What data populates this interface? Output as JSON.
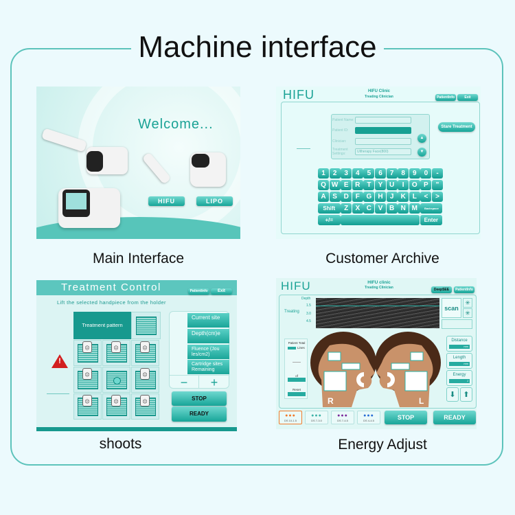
{
  "page_title": "Machine interface",
  "captions": {
    "main": "Main Interface",
    "archive": "Customer Archive",
    "shoots": "shoots",
    "energy": "Energy Adjust"
  },
  "main_interface": {
    "welcome": "Welcome...",
    "hifu_button": "HIFU",
    "lipo_button": "LIPO"
  },
  "archive": {
    "logo": "HIFU",
    "clinic": "HIFU Clinic",
    "clinician": "Treating Clinician",
    "patientinfo_button": "PatientInfo",
    "exit_button": "Exit",
    "fields": [
      {
        "label": "Patient Name:",
        "value": ""
      },
      {
        "label": "Patient ID:",
        "value": ""
      },
      {
        "label": "Clinician:",
        "value": ""
      },
      {
        "label": "Treatment Settings:",
        "value": "Ultherapy Face(800)"
      }
    ],
    "start_button": "Stare Treatment",
    "keyboard": [
      [
        "1",
        "2",
        "3",
        "4",
        "5",
        "6",
        "7",
        "8",
        "9",
        "0",
        "-"
      ],
      [
        "Q",
        "W",
        "E",
        "R",
        "T",
        "Y",
        "U",
        "I",
        "O",
        "P",
        "\""
      ],
      [
        "A",
        "S",
        "D",
        "F",
        "G",
        "H",
        "J",
        "K",
        "L",
        "<",
        ">"
      ],
      [
        "Shift",
        "Z",
        "X",
        "C",
        "V",
        "B",
        "N",
        "M",
        "Backspace"
      ],
      [
        "+/=",
        " ",
        "Enter"
      ]
    ]
  },
  "treatment": {
    "title": "Treatment Control",
    "patientinfo_button": "PatientInfo",
    "exit_button": "Exit",
    "instruction": "Lift the selected handpiece from the holder",
    "pattern_label": "Treatment pattern",
    "side_labels": [
      "Current site",
      "Depth(cm)e",
      "Fluence (Jou les/cm2)",
      "Cartridge sites Remaining"
    ],
    "minus": "−",
    "plus": "+",
    "stop": "STOP",
    "ready": "READY"
  },
  "energy": {
    "logo": "HIFU",
    "clinic": "HIFU clinic",
    "clinician": "Treating Clinician",
    "deepsee_button": "DeepSEE",
    "patientinfo_button": "PatientInfo",
    "depth_label": "Depth",
    "depth_ticks": [
      "1.5",
      "3.0",
      "4.5"
    ],
    "treating_label": "Treating",
    "scan_button": "scan",
    "left_panel": {
      "patient_total": "Patient Total",
      "lines": "Lines",
      "of": "of",
      "reset": "Reset"
    },
    "right_panel": [
      {
        "label": "Distance",
        "unit": "mm"
      },
      {
        "label": "Length",
        "unit": "mm"
      },
      {
        "label": "Energy",
        "unit": "J"
      }
    ],
    "face_labels": [
      "R",
      "L"
    ],
    "modes": [
      {
        "label": "DS 10-1.5",
        "color": "#f07a2a"
      },
      {
        "label": "DS 7-3.0",
        "color": "#3fb3a8"
      },
      {
        "label": "DS 7-4.5",
        "color": "#7a2a9a"
      },
      {
        "label": "DS 4-4.5",
        "color": "#2a6fd6"
      }
    ],
    "stop": "STOP",
    "ready": "READY"
  }
}
